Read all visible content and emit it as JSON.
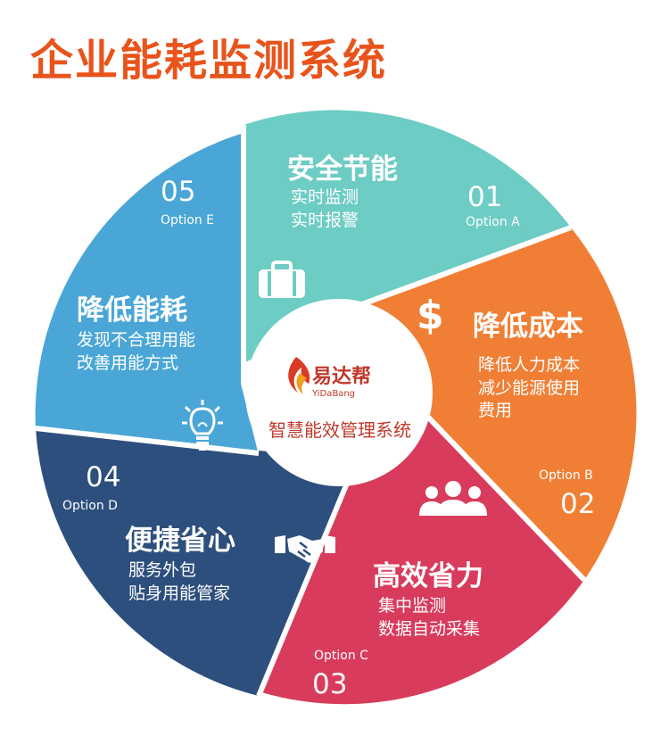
{
  "title": "企业能耗监测系统",
  "center": {
    "logo_text": "易达帮",
    "logo_subtext": "YiDaBang",
    "main_text": "智慧能效管理系统"
  },
  "segments": [
    {
      "key": "a",
      "color": "#6dccc4",
      "title": "安全节能",
      "lines": [
        "实时监测",
        "实时报警"
      ],
      "number": "01",
      "option": "Option A",
      "icon": "briefcase-icon"
    },
    {
      "key": "b",
      "color": "#f07f35",
      "title": "降低成本",
      "lines": [
        "降低人力成本",
        "减少能源使用",
        "费用"
      ],
      "number": "02",
      "option": "Option B",
      "icon": "dollar-icon"
    },
    {
      "key": "c",
      "color": "#d93b5c",
      "title": "高效省力",
      "lines": [
        "集中监测",
        "数据自动采集"
      ],
      "number": "03",
      "option": "Option C",
      "icon": "people-icon"
    },
    {
      "key": "d",
      "color": "#2d4f7d",
      "title": "便捷省心",
      "lines": [
        "服务外包",
        "贴身用能管家"
      ],
      "number": "04",
      "option": "Option D",
      "icon": "handshake-icon"
    },
    {
      "key": "e",
      "color": "#4aa6d6",
      "title": "降低能耗",
      "lines": [
        "发现不合理用能",
        "改善用能方式"
      ],
      "number": "05",
      "option": "Option E",
      "icon": "lightbulb-icon"
    }
  ]
}
